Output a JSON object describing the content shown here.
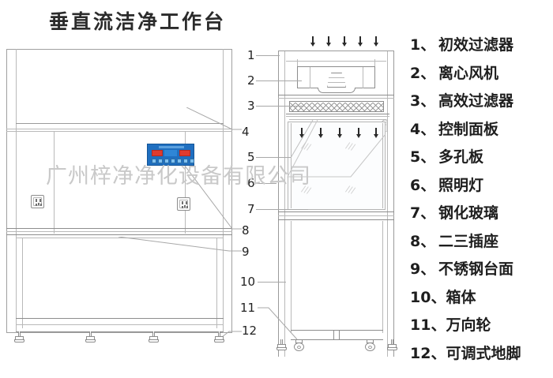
{
  "title": "垂直流洁净工作台",
  "watermark": "广州梓净净化设备有限公司",
  "legend": {
    "items": [
      {
        "index": "1、",
        "label": "初效过滤器"
      },
      {
        "index": "2、",
        "label": "离心风机"
      },
      {
        "index": "3、",
        "label": "高效过滤器"
      },
      {
        "index": "4、",
        "label": "控制面板"
      },
      {
        "index": "5、",
        "label": "多孔板"
      },
      {
        "index": "6、",
        "label": "照明灯"
      },
      {
        "index": "7、",
        "label": "钢化玻璃"
      },
      {
        "index": "8、",
        "label": "二三插座"
      },
      {
        "index": "9、",
        "label": "不锈钢台面"
      },
      {
        "index": "10、",
        "label": "箱体"
      },
      {
        "index": "11、",
        "label": "万向轮"
      },
      {
        "index": "12、",
        "label": "可调式地脚"
      }
    ]
  },
  "callouts": {
    "front_view": [
      {
        "number": "4",
        "target": "control-panel"
      },
      {
        "number": "8",
        "target": "socket"
      },
      {
        "number": "9",
        "target": "stainless-steel-worktop"
      },
      {
        "number": "12",
        "target": "adjustable-foot"
      }
    ],
    "section_view": [
      {
        "number": "1",
        "target": "pre-filter"
      },
      {
        "number": "2",
        "target": "centrifugal-fan"
      },
      {
        "number": "3",
        "target": "hepa-filter"
      },
      {
        "number": "5",
        "target": "perforated-plate"
      },
      {
        "number": "6",
        "target": "lighting-lamp"
      },
      {
        "number": "7",
        "target": "tempered-glass"
      },
      {
        "number": "10",
        "target": "cabinet-body"
      },
      {
        "number": "11",
        "target": "caster"
      }
    ]
  },
  "control_panel": {
    "led_left": "",
    "led_right": "",
    "button_count": 7
  },
  "airflow": {
    "intake_arrow_count": 5,
    "laminar_arrow_count": 5,
    "direction": "down"
  },
  "colors": {
    "panel_blue": "#1f6fc0",
    "led_red": "#e03b2e",
    "line_gray": "#9a9a9a",
    "watermark_gray": "#c9c9c9",
    "text_black": "#1e1e1e"
  }
}
